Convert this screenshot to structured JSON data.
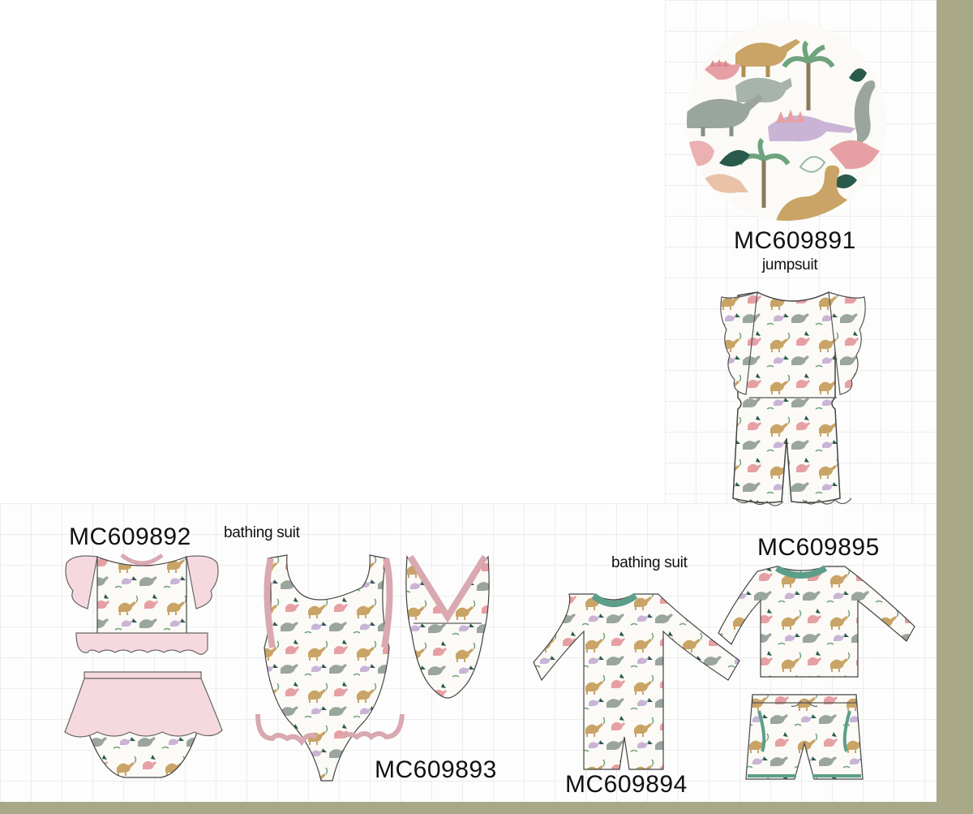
{
  "labels": {
    "print_code": "MC609891",
    "jumpsuit_type": "jumpsuit",
    "set_code": "MC609892",
    "bathing_suit_1": "bathing suit",
    "swimsuit_code": "MC609893",
    "bathing_suit_2": "bathing suit",
    "rashguard_code": "MC609894",
    "swimset_code": "MC609895"
  },
  "colors": {
    "frame": "#a9a98a",
    "ruffle_pink": "#f6d9de",
    "trim_teal": "#5c9e8a",
    "print_bg": "#fbfaf6",
    "dino_tan": "#c9a466",
    "dino_gray": "#9aa59d",
    "dino_pink": "#e6a0a4",
    "dino_lilac": "#c9b4d6",
    "leaf_dark": "#2a5a4c",
    "leaf_green": "#6fa37d"
  },
  "icons": [
    "dinosaur-print-swatch",
    "jumpsuit-illustration",
    "ruffle-top-illustration",
    "ruffle-bottom-illustration",
    "one-piece-front-illustration",
    "one-piece-back-illustration",
    "long-sleeve-rashguard-illustration",
    "rashguard-top-illustration",
    "swim-shorts-illustration"
  ]
}
